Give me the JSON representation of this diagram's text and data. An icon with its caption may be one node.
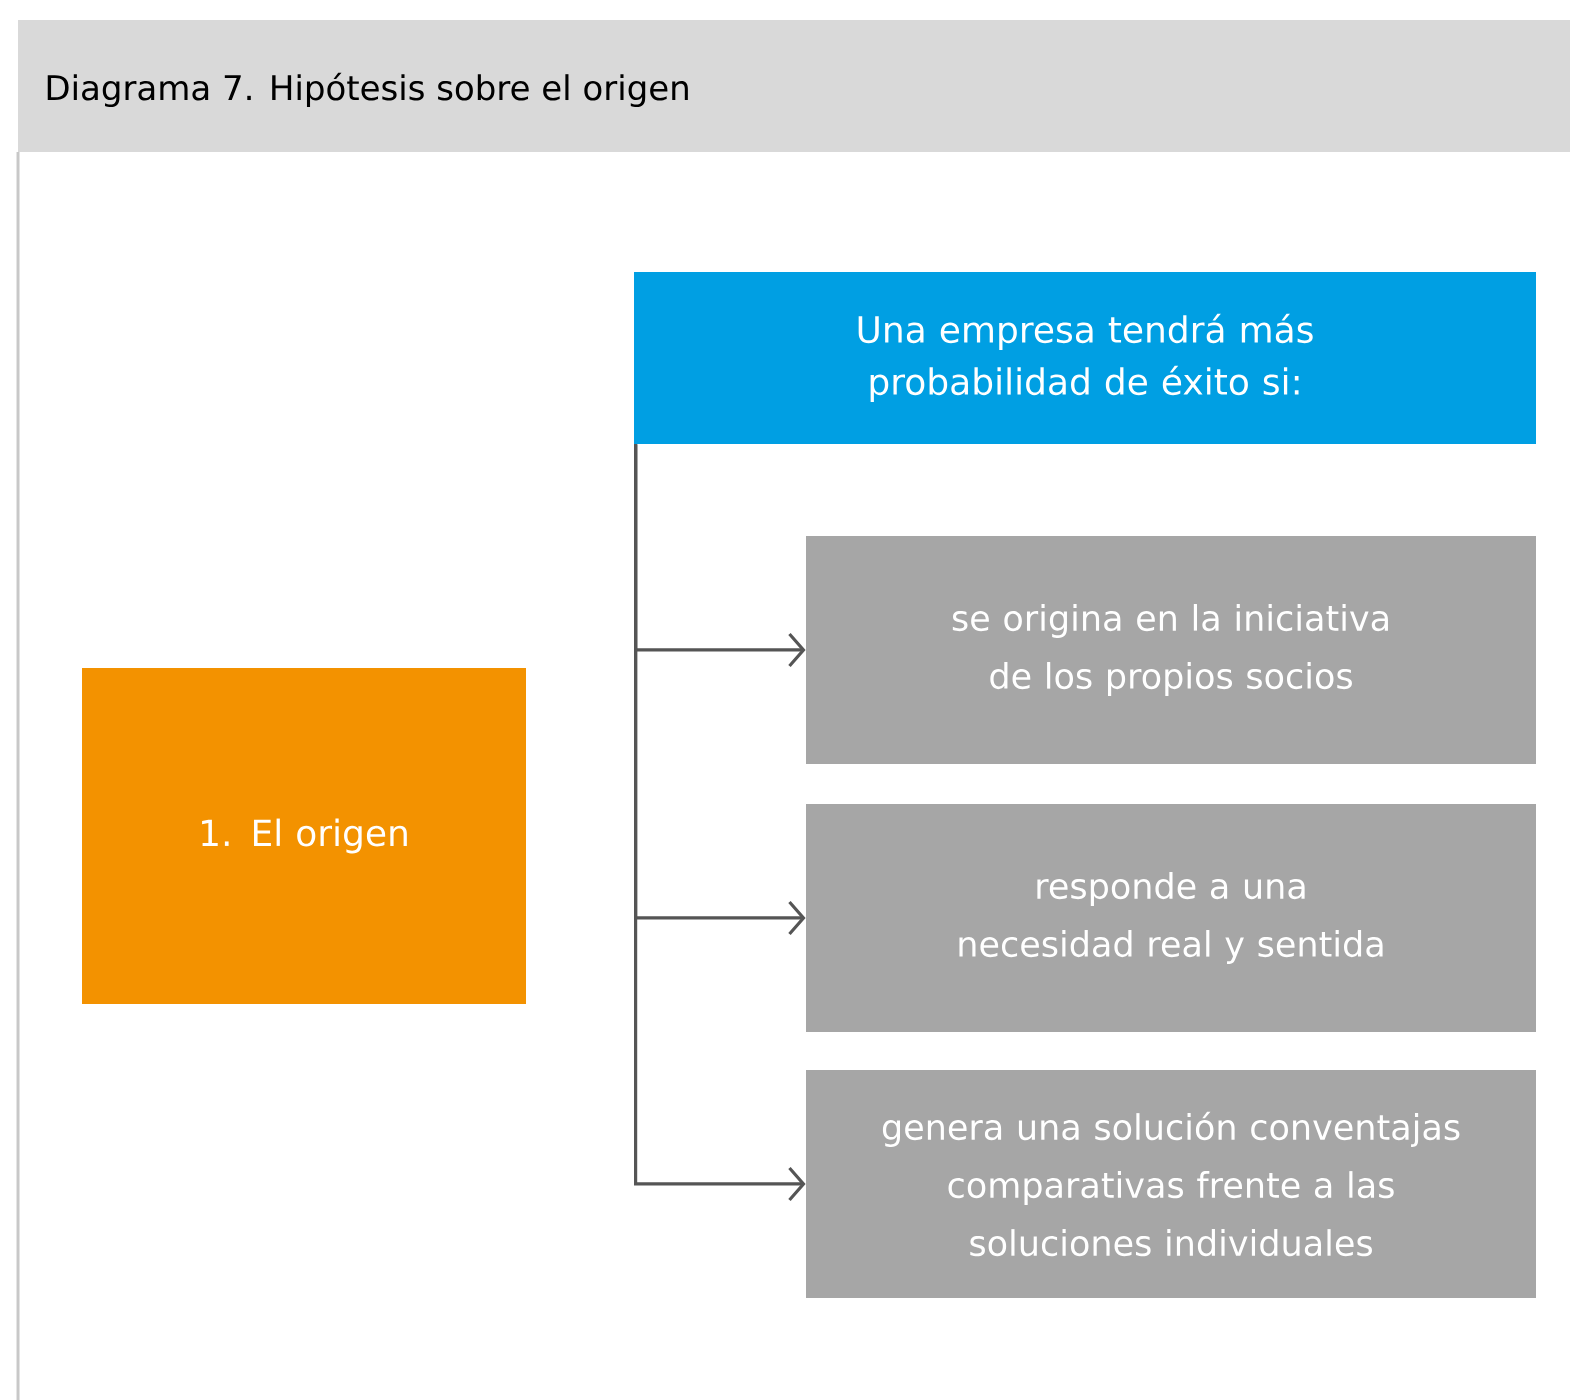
{
  "diagram": {
    "title": "Diagrama 7. Hipótesis sobre el origen",
    "nodes": [
      {
        "text": [
          "1. El origen"
        ]
      },
      {
        "text": [
          "Una empresa tendrá más probabilidad de éxito si:"
        ]
      },
      {
        "text": [
          "se origina en la iniciativa de los propios socios"
        ]
      },
      {
        "text": [
          "responde a una necesidad real y sentida"
        ]
      },
      {
        "text": [
          "genera una solución conventajas comparativas frente a las soluciones individuales"
        ]
      }
    ],
    "edges": [
      {
        "from": 1,
        "to": 2,
        "arrow": "to"
      },
      {
        "from": 1,
        "to": 3,
        "arrow": "to"
      },
      {
        "from": 1,
        "to": 4,
        "arrow": "to"
      }
    ]
  }
}
